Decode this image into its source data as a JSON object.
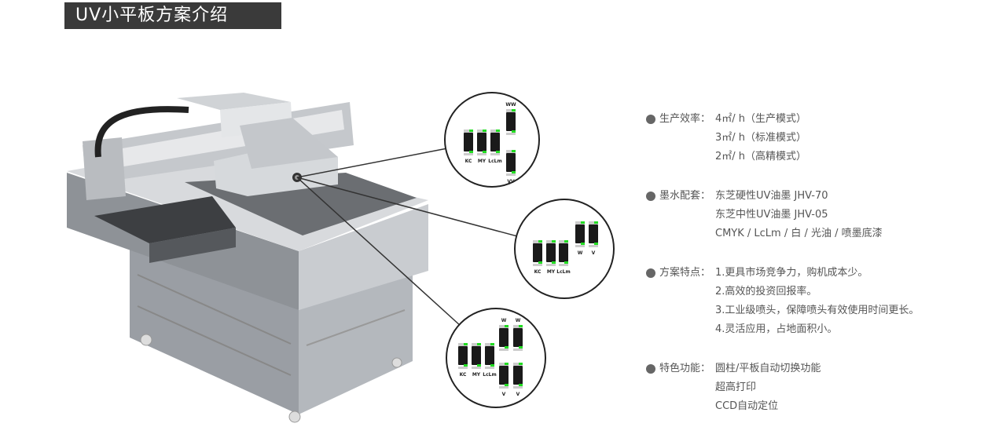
{
  "title": "UV小平板方案介绍",
  "callouts": [
    {
      "heads": [
        {
          "label": "KC"
        },
        {
          "label": "MY"
        },
        {
          "label": "LcLm"
        },
        {
          "label": "WW"
        },
        {
          "label": "VV"
        }
      ]
    },
    {
      "heads": [
        {
          "label": "KC"
        },
        {
          "label": "MY"
        },
        {
          "label": "LcLm"
        },
        {
          "label": "W"
        },
        {
          "label": "V"
        }
      ]
    },
    {
      "heads": [
        {
          "label": "KC"
        },
        {
          "label": "MY"
        },
        {
          "label": "LcLm"
        },
        {
          "label": "W"
        },
        {
          "label": "W"
        },
        {
          "label": "V"
        },
        {
          "label": "V"
        }
      ]
    }
  ],
  "specs": [
    {
      "label": "生产效率：",
      "lines": [
        "4㎡/ h（生产模式）",
        "3㎡/ h（标准模式）",
        "2㎡/ h（高精模式）"
      ]
    },
    {
      "label": "墨水配套：",
      "lines": [
        "东芝硬性UV油墨   JHV-70",
        "东芝中性UV油墨   JHV-05",
        "CMYK / LcLm / 白 / 光油 / 喷墨底漆"
      ]
    },
    {
      "label": "方案特点：",
      "lines": [
        "1.更具市场竞争力，购机成本少。",
        "2.高效的投资回报率。",
        "3.工业级喷头，保障喷头有效使用时间更长。",
        "4.灵活应用，占地面积小。"
      ]
    },
    {
      "label": "特色功能：",
      "lines": [
        "圆柱/平板自动切换功能",
        "超高打印",
        "CCD自动定位"
      ]
    }
  ],
  "colors": {
    "title_bg": "#3a3a3a",
    "head_green": "#22dd22",
    "text": "#555555"
  }
}
